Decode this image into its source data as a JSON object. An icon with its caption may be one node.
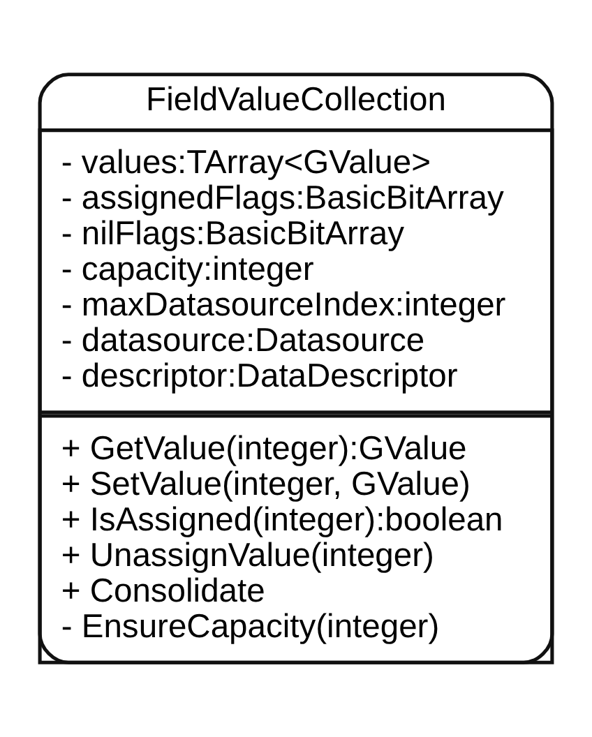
{
  "diagram": {
    "nodes": [
      {
        "text": [
          "FieldValueCollection"
        ]
      },
      {
        "text": [
          "- values:TArray<GValue>",
          "- assignedFlags:BasicBitArray",
          "- nilFlags:BasicBitArray",
          "- capacity:integer",
          "- maxDatasourceIndex:integer",
          "- datasource:Datasource",
          "- descriptor:DataDescriptor"
        ],
        "in": 0
      },
      {
        "text": [
          "+ GetValue(integer):GValue",
          "+ SetValue(integer, GValue)",
          "+ IsAssigned(integer):boolean",
          "+ UnassignValue(integer)",
          "+ Consolidate",
          "- EnsureCapacity(integer)"
        ],
        "in": 0
      }
    ],
    "edges": []
  }
}
